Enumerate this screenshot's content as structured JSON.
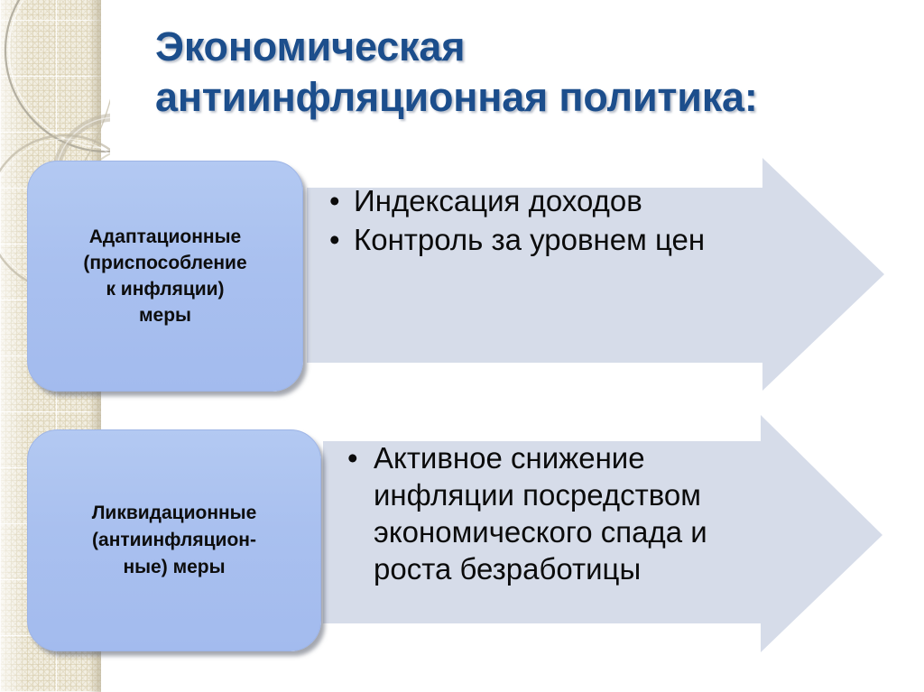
{
  "slide": {
    "title": "Экономическая\nантиинфляционная политика:",
    "title_color": "#1c4e8c",
    "background_color": "#ffffff",
    "band_color": "#f2eee1",
    "arrow_color": "#d6dce9",
    "box_color": "#a9c0ef"
  },
  "rows": [
    {
      "label": "Адаптационные\n(приспособление\nк инфляции)\nмеры",
      "bullets": [
        "Индексация доходов",
        "Контроль за уровнем цен"
      ],
      "bullet_glyph": "•"
    },
    {
      "label": "Ликвидационные\n(антиинфляцион-\nные) меры",
      "bullets": [
        "Активное снижение инфляции посредством экономического спада и роста безработицы"
      ],
      "bullet_glyph": "•"
    }
  ]
}
